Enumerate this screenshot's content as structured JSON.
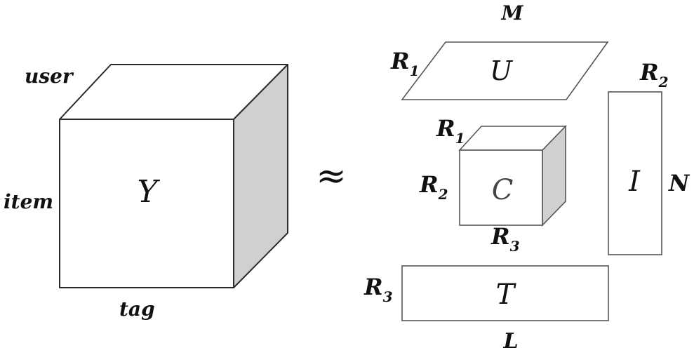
{
  "tensor": {
    "symbol": "Y",
    "top_label": "user",
    "side_label": "item",
    "bottom_label": "tag"
  },
  "approx_symbol": "≈",
  "factor_U": {
    "symbol": "U",
    "left_label": "R",
    "left_sub": "1",
    "top_label": "M"
  },
  "core_C": {
    "symbol": "C",
    "top_label": "R",
    "top_sub": "1",
    "left_label": "R",
    "left_sub": "2",
    "bottom_label": "R",
    "bottom_sub": "3"
  },
  "factor_I": {
    "symbol": "I",
    "top_label": "R",
    "top_sub": "2",
    "right_label": "N"
  },
  "factor_T": {
    "symbol": "T",
    "left_label": "R",
    "left_sub": "3",
    "bottom_label": "L"
  },
  "colors": {
    "side_face": "#d0d0d0",
    "stroke": "#2b2b2b"
  }
}
